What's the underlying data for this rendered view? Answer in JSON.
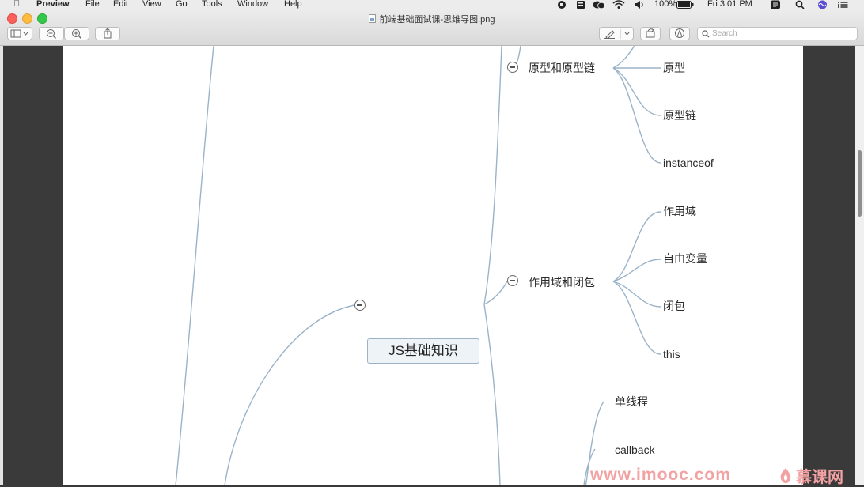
{
  "menubar": {
    "app_name": "Preview",
    "menus": [
      "File",
      "Edit",
      "View",
      "Go",
      "Tools",
      "Window",
      "Help"
    ],
    "battery": "100%",
    "clock": "Fri 3:01 PM"
  },
  "window": {
    "title": "前端基础面试课-思维导图.png"
  },
  "toolbar": {
    "search_placeholder": "Search"
  },
  "mindmap": {
    "root": "JS基础知识",
    "branches": [
      {
        "label": "原型和原型链",
        "children": [
          "原型",
          "原型链",
          "instanceof"
        ]
      },
      {
        "label": "作用域和闭包",
        "children": [
          "作用域",
          "自由变量",
          "闭包",
          "this"
        ]
      },
      {
        "label": "",
        "children": [
          "单线程",
          "callback"
        ]
      }
    ]
  },
  "watermark": {
    "text": "www.imooc.com",
    "brand": "慕课网"
  },
  "colors": {
    "line": "#9bb3c8",
    "root_fill": "#eef3f8",
    "root_border": "#9db1c7",
    "watermark": "#f2a2a2"
  }
}
